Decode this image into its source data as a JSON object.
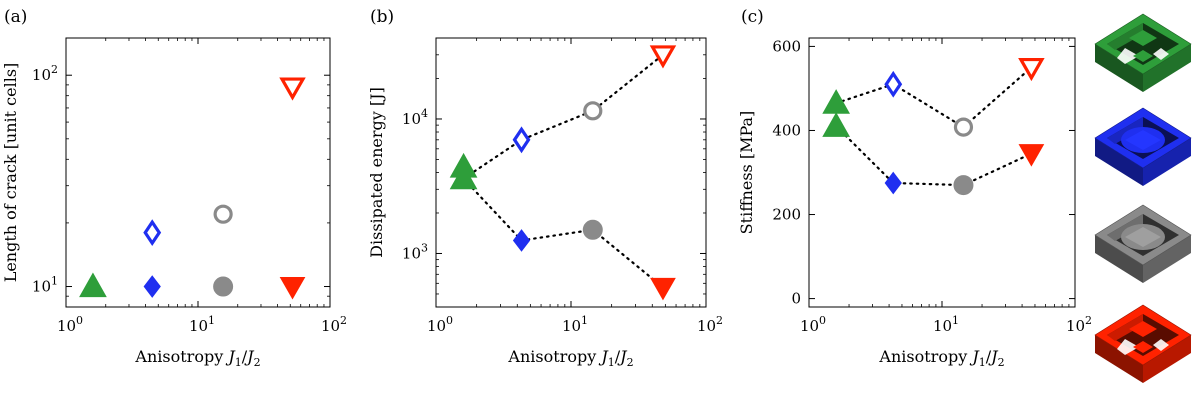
{
  "colors": {
    "green": "#2e9e3a",
    "blue": "#1f2ff0",
    "gray": "#8a8a8a",
    "red": "#ff2200"
  },
  "chart_data": [
    {
      "panel": "(a)",
      "type": "scatter",
      "xscale": "log",
      "yscale": "log",
      "xlim": [
        1,
        100
      ],
      "ylim": [
        8,
        150
      ],
      "xticks": [
        {
          "value": 1,
          "base": "10",
          "exp": "0"
        },
        {
          "value": 10,
          "base": "10",
          "exp": "1"
        },
        {
          "value": 100,
          "base": "10",
          "exp": "2"
        }
      ],
      "yticks": [
        {
          "value": 10,
          "base": "10",
          "exp": "1"
        },
        {
          "value": 100,
          "base": "10",
          "exp": "2"
        }
      ],
      "xlabel": {
        "text": "Anisotropy ",
        "italic": "J",
        "sub1": "1",
        "slash": "/",
        "italic2": "J",
        "sub2": "2"
      },
      "ylabel": "Length of crack [unit cells]",
      "points": [
        {
          "x": 1.6,
          "y": 10,
          "marker": "triangle-up",
          "filled": true,
          "color": "green"
        },
        {
          "x": 4.5,
          "y": 10,
          "marker": "diamond",
          "filled": true,
          "color": "blue"
        },
        {
          "x": 4.5,
          "y": 18,
          "marker": "diamond",
          "filled": false,
          "color": "blue"
        },
        {
          "x": 15.5,
          "y": 10,
          "marker": "circle",
          "filled": true,
          "color": "gray"
        },
        {
          "x": 15.5,
          "y": 22,
          "marker": "circle",
          "filled": false,
          "color": "gray"
        },
        {
          "x": 52,
          "y": 10,
          "marker": "triangle-down",
          "filled": true,
          "color": "red"
        },
        {
          "x": 52,
          "y": 88,
          "marker": "triangle-down",
          "filled": false,
          "color": "red"
        }
      ],
      "lines": []
    },
    {
      "panel": "(b)",
      "type": "scatter",
      "xscale": "log",
      "yscale": "log",
      "xlim": [
        1,
        100
      ],
      "ylim": [
        400,
        40000
      ],
      "xticks": [
        {
          "value": 1,
          "base": "10",
          "exp": "0"
        },
        {
          "value": 10,
          "base": "10",
          "exp": "1"
        },
        {
          "value": 100,
          "base": "10",
          "exp": "2"
        }
      ],
      "yticks": [
        {
          "value": 1000,
          "base": "10",
          "exp": "3"
        },
        {
          "value": 10000,
          "base": "10",
          "exp": "4"
        }
      ],
      "xlabel": {
        "text": "Anisotropy ",
        "italic": "J",
        "sub1": "1",
        "slash": "/",
        "italic2": "J",
        "sub2": "2"
      },
      "ylabel": "Dissipated energy [J]",
      "points": [
        {
          "x": 1.6,
          "y": 3600,
          "marker": "triangle-up",
          "filled": true,
          "color": "green"
        },
        {
          "x": 1.6,
          "y": 4400,
          "marker": "triangle-up",
          "filled": true,
          "color": "green"
        },
        {
          "x": 4.3,
          "y": 7000,
          "marker": "diamond",
          "filled": false,
          "color": "blue"
        },
        {
          "x": 4.3,
          "y": 1250,
          "marker": "diamond",
          "filled": true,
          "color": "blue"
        },
        {
          "x": 14.5,
          "y": 11500,
          "marker": "circle",
          "filled": false,
          "color": "gray"
        },
        {
          "x": 14.5,
          "y": 1500,
          "marker": "circle",
          "filled": true,
          "color": "gray"
        },
        {
          "x": 48,
          "y": 30000,
          "marker": "triangle-down",
          "filled": false,
          "color": "red"
        },
        {
          "x": 48,
          "y": 560,
          "marker": "triangle-down",
          "filled": true,
          "color": "red"
        }
      ],
      "lines": [
        {
          "style": "dotted",
          "points": [
            [
              1.6,
              3600
            ],
            [
              4.3,
              7000
            ],
            [
              14.5,
              11500
            ],
            [
              48,
              30000
            ]
          ]
        },
        {
          "style": "dotted",
          "points": [
            [
              1.6,
              3600
            ],
            [
              4.3,
              1250
            ],
            [
              14.5,
              1500
            ],
            [
              48,
              560
            ]
          ]
        }
      ]
    },
    {
      "panel": "(c)",
      "type": "scatter",
      "xscale": "log",
      "yscale": "linear",
      "xlim": [
        1,
        100
      ],
      "ylim": [
        -20,
        620
      ],
      "xticks": [
        {
          "value": 1,
          "base": "10",
          "exp": "0"
        },
        {
          "value": 10,
          "base": "10",
          "exp": "1"
        },
        {
          "value": 100,
          "base": "10",
          "exp": "2"
        }
      ],
      "yticks": [
        {
          "value": 0,
          "label": "0"
        },
        {
          "value": 200,
          "label": "200"
        },
        {
          "value": 400,
          "label": "400"
        },
        {
          "value": 600,
          "label": "600"
        }
      ],
      "xlabel": {
        "text": "Anisotropy ",
        "italic": "J",
        "sub1": "1",
        "slash": "/",
        "italic2": "J",
        "sub2": "2"
      },
      "ylabel": "Stiffness [MPa]",
      "points": [
        {
          "x": 1.6,
          "y": 465,
          "marker": "triangle-up",
          "filled": true,
          "color": "green"
        },
        {
          "x": 1.6,
          "y": 410,
          "marker": "triangle-up",
          "filled": true,
          "color": "green"
        },
        {
          "x": 4.3,
          "y": 510,
          "marker": "diamond",
          "filled": false,
          "color": "blue"
        },
        {
          "x": 4.3,
          "y": 275,
          "marker": "diamond",
          "filled": true,
          "color": "blue"
        },
        {
          "x": 14.5,
          "y": 408,
          "marker": "circle",
          "filled": false,
          "color": "gray"
        },
        {
          "x": 14.5,
          "y": 270,
          "marker": "circle",
          "filled": true,
          "color": "gray"
        },
        {
          "x": 47,
          "y": 550,
          "marker": "triangle-down",
          "filled": false,
          "color": "red"
        },
        {
          "x": 47,
          "y": 345,
          "marker": "triangle-down",
          "filled": true,
          "color": "red"
        }
      ],
      "lines": [
        {
          "style": "dotted",
          "points": [
            [
              1.6,
              465
            ],
            [
              4.3,
              510
            ],
            [
              14.5,
              408
            ],
            [
              47,
              550
            ]
          ]
        },
        {
          "style": "dotted",
          "points": [
            [
              1.6,
              410
            ],
            [
              4.3,
              275
            ],
            [
              14.5,
              270
            ],
            [
              47,
              345
            ]
          ]
        }
      ]
    }
  ],
  "unit_cells": [
    {
      "color": "green"
    },
    {
      "color": "blue"
    },
    {
      "color": "gray"
    },
    {
      "color": "red"
    }
  ]
}
